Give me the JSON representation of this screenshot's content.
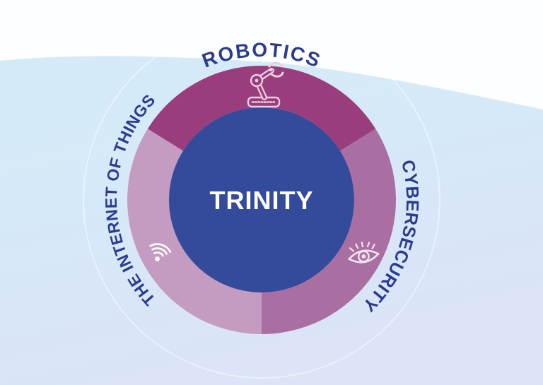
{
  "diagram": {
    "center": {
      "label": "TRINITY",
      "color": "#344a9b",
      "text_color": "#ffffff"
    },
    "label_color": "#2b3c8f",
    "background": {
      "top": "#fdfeff",
      "wave_top": "#d4ebf8",
      "wave_bottom": "#dee3f8"
    },
    "segments": [
      {
        "id": "robotics",
        "label": "ROBOTICS",
        "color": "#9a3d7c",
        "icon": "robot-arm-icon",
        "icon_color": "#e8cfe2",
        "start_angle": -148,
        "end_angle": -32
      },
      {
        "id": "cybersecurity",
        "label": "CYBERSECURITY",
        "color": "#aa6fa2",
        "icon": "eye-icon",
        "icon_color": "#f2e4f0",
        "start_angle": -32,
        "end_angle": 90
      },
      {
        "id": "iot",
        "label": "THE INTERNET OF THINGS",
        "color": "#c59cc1",
        "icon": "wifi-icon",
        "icon_color": "#ffffff",
        "start_angle": 90,
        "end_angle": 212
      }
    ]
  }
}
